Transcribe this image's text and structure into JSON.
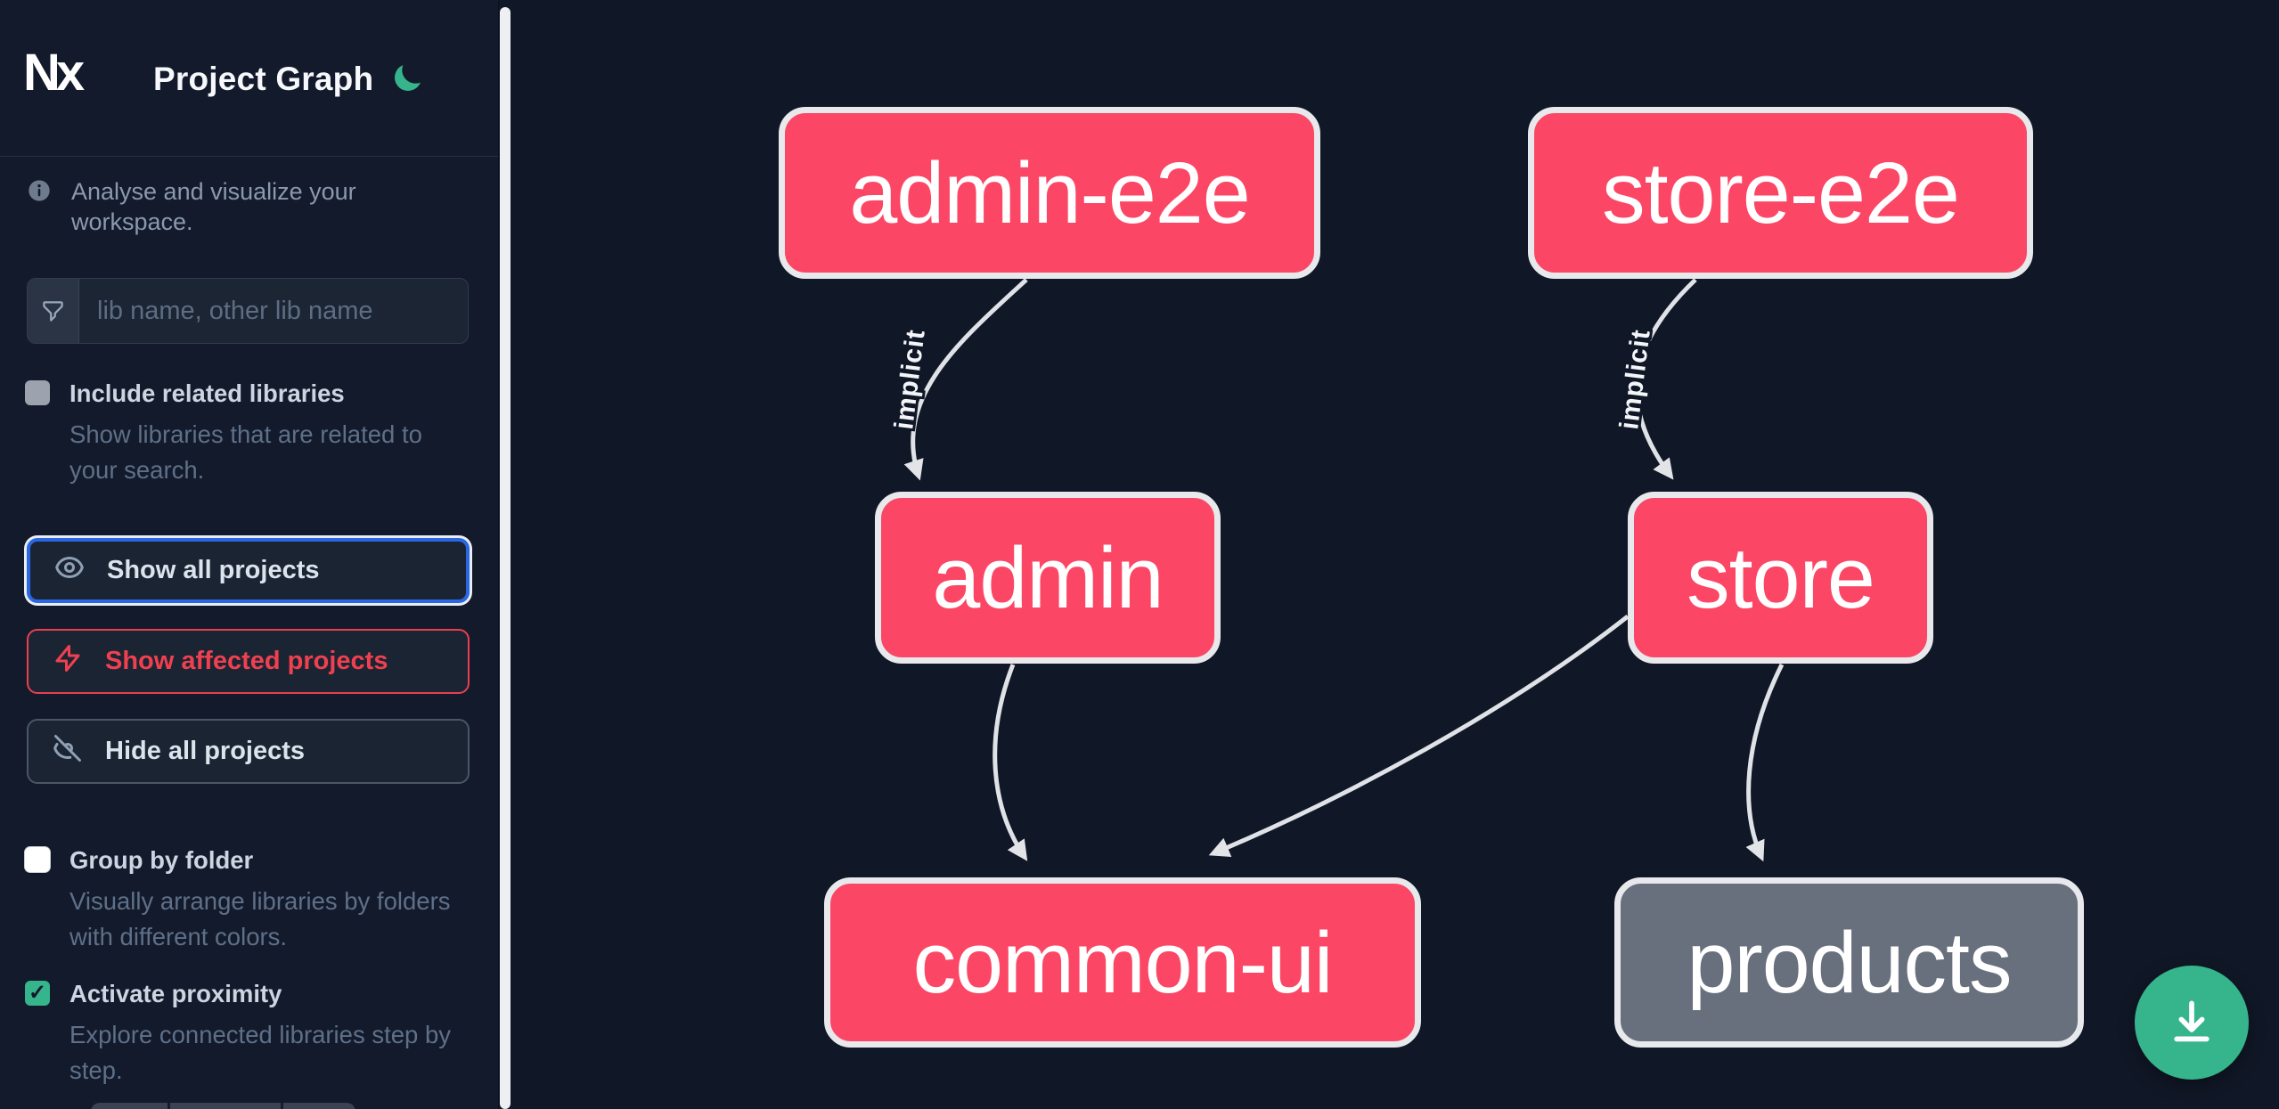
{
  "sidebar": {
    "logo_text": "Nx",
    "title": "Project Graph",
    "theme_toggle_icon": "moon-icon",
    "tagline": "Analyse and visualize your workspace.",
    "search": {
      "icon": "filter-icon",
      "placeholder": "lib name, other lib name",
      "value": ""
    },
    "check_glyph": "✓",
    "options": [
      {
        "label": "Include related libraries",
        "description": "Show libraries that are related to your search.",
        "checked": false,
        "disabled": true
      },
      {
        "label": "Group by folder",
        "description": "Visually arrange libraries by folders with different colors.",
        "checked": false,
        "disabled": false
      },
      {
        "label": "Activate proximity",
        "description": "Explore connected libraries step by step.",
        "checked": true,
        "disabled": false
      }
    ],
    "actions": [
      {
        "label": "Show all projects",
        "icon": "eye-icon",
        "state": "focused"
      },
      {
        "label": "Show affected projects",
        "icon": "bolt-icon",
        "state": "affected"
      },
      {
        "label": "Hide all projects",
        "icon": "eye-slash-icon",
        "state": "default"
      }
    ]
  },
  "graph": {
    "nodes": [
      {
        "id": "admin-e2e",
        "label": "admin-e2e",
        "kind": "affected"
      },
      {
        "id": "store-e2e",
        "label": "store-e2e",
        "kind": "affected"
      },
      {
        "id": "admin",
        "label": "admin",
        "kind": "affected"
      },
      {
        "id": "store",
        "label": "store",
        "kind": "affected"
      },
      {
        "id": "common-ui",
        "label": "common-ui",
        "kind": "affected"
      },
      {
        "id": "products",
        "label": "products",
        "kind": "normal"
      }
    ],
    "edges": [
      {
        "from": "admin-e2e",
        "to": "admin",
        "label": "implicit"
      },
      {
        "from": "store-e2e",
        "to": "store",
        "label": "implicit"
      },
      {
        "from": "admin",
        "to": "common-ui",
        "label": ""
      },
      {
        "from": "store",
        "to": "common-ui",
        "label": ""
      },
      {
        "from": "store",
        "to": "products",
        "label": ""
      }
    ]
  },
  "fab": {
    "icon": "download-icon"
  },
  "colors": {
    "canvas_bg": "#101726",
    "sidebar_bg": "#131a2b",
    "node_affected": "#fb4765",
    "node_normal": "#68707e",
    "node_border": "#e8e9ec",
    "edge": "#dfe2e6",
    "accent_green": "#36b48c",
    "accent_blue": "#2b66e3",
    "accent_red": "#ef4050"
  }
}
